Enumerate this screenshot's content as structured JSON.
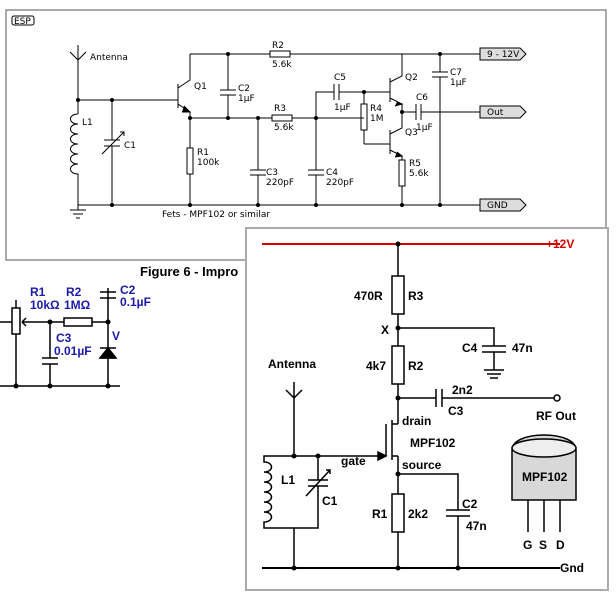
{
  "top_circuit": {
    "logo": "ESP",
    "caption": "Figure 6 - Impro",
    "note": "Fets - MPF102 or similar",
    "terminals": {
      "supply": "9 - 12V",
      "out": "Out",
      "gnd": "GND"
    },
    "antenna": "Antenna",
    "components": {
      "L1": "L1",
      "C1": "C1",
      "Q1": "Q1",
      "Q2": "Q2",
      "Q3": "Q3",
      "R1": "R1",
      "R1v": "100k",
      "R2": "R2",
      "R2v": "5.6k",
      "R3": "R3",
      "R3v": "5.6k",
      "R4": "R4",
      "R4v": "1M",
      "R5": "R5",
      "R5v": "5.6k",
      "C2": "C2",
      "C2v": "1µF",
      "C3": "C3",
      "C3v": "220pF",
      "C4": "C4",
      "C4v": "220pF",
      "C5": "C5",
      "C5v": "1µF",
      "C6": "C6",
      "C6v": "1µF",
      "C7": "C7",
      "C7v": "1µF"
    }
  },
  "left_circuit": {
    "R1": "R1",
    "R1v": "10kΩ",
    "R2": "R2",
    "R2v": "1MΩ",
    "C2": "C2",
    "C2v": "0.1µF",
    "C3": "C3",
    "C3v": "0.01µF",
    "V": "V"
  },
  "main_circuit": {
    "supply": "+12V",
    "antenna": "Antenna",
    "rf_out": "RF Out",
    "gnd": "Gnd",
    "R3": "R3",
    "R3v": "470R",
    "R2": "R2",
    "R2v": "4k7",
    "R1": "R1",
    "R1v": "2k2",
    "X": "X",
    "C4": "C4",
    "C4v": "47n",
    "C3": "C3",
    "C3v": "2n2",
    "C2": "C2",
    "C2v": "47n",
    "L1": "L1",
    "C1": "C1",
    "drain": "drain",
    "gate": "gate",
    "source": "source",
    "fet": "MPF102",
    "package": "MPF102",
    "pins": {
      "g": "G",
      "s": "S",
      "d": "D"
    }
  },
  "colors": {
    "supply_rail": "#d40000",
    "label_blue": "#1a1aa8",
    "panel_border": "#aaaaaa"
  }
}
